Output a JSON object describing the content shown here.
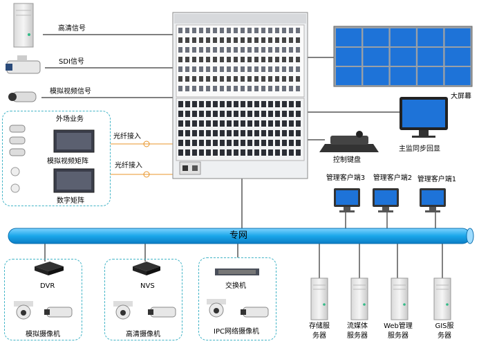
{
  "inputs": {
    "hd_signal": "高清信号",
    "sdi_signal": "SDI信号",
    "analog_signal": "模拟视频信号"
  },
  "field_group": {
    "title": "外场业务",
    "analog_matrix": "模拟视频矩阵",
    "digital_matrix": "数字矩阵"
  },
  "fiber": {
    "label1": "光纤接入",
    "label2": "光纤接入"
  },
  "outputs": {
    "big_screen": "大屏幕",
    "main_monitor": "主监同步回显",
    "keyboard": "控制键盘"
  },
  "clients": [
    "管理客户端3",
    "管理客户端2",
    "管理客户端1"
  ],
  "network": {
    "label": "专网"
  },
  "bottom_groups": {
    "dvr": {
      "device": "DVR",
      "caption": "模拟摄像机"
    },
    "nvs": {
      "device": "NVS",
      "caption": "高清摄像机"
    },
    "ipc": {
      "device": "交换机",
      "caption": "IPC网络摄像机"
    }
  },
  "servers": [
    {
      "line1": "存储服",
      "line2": "务器"
    },
    {
      "line1": "流媒体",
      "line2": "服务器"
    },
    {
      "line1": "Web管理",
      "line2": "服务器"
    },
    {
      "line1": "GIS服",
      "line2": "务器"
    }
  ],
  "colors": {
    "pipe": "#1aa7ea",
    "dashed": "#3fb3c6",
    "screen": "#1e73d8",
    "fiber": "#e8952a"
  }
}
